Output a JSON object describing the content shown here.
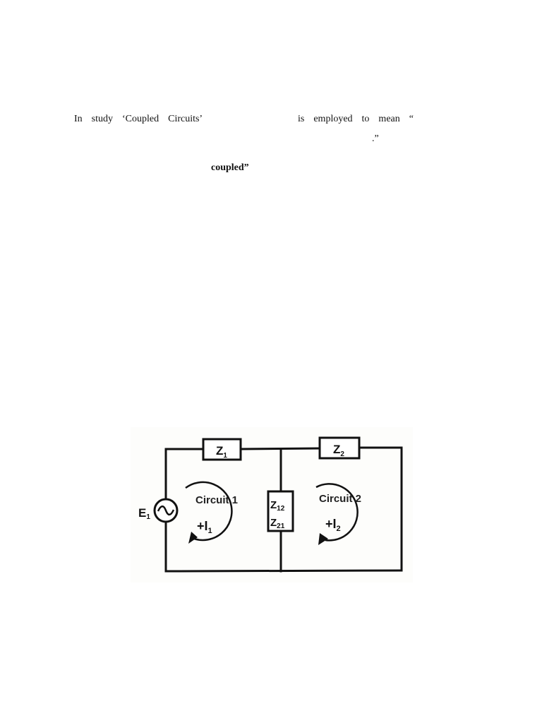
{
  "document": {
    "paragraph": {
      "line1_left": "In  study  ‘Coupled  Circuits’",
      "line1_right": "is  employed  to  mean  “",
      "line2_fragment": ".”",
      "line3_bold": "coupled”"
    }
  },
  "figure": {
    "type": "circuit-diagram",
    "components": {
      "z1_label": "Z",
      "z1_sub": "1",
      "z2_label": "Z",
      "z2_sub": "2",
      "z12_label": "Z",
      "z12_sub": "12",
      "z21_label": "Z",
      "z21_sub": "21",
      "source_label": "E",
      "source_sub": "1",
      "source_symbol": "~"
    },
    "loops": [
      {
        "name": "Circuit 1",
        "current_sign": "+",
        "current_label": "I",
        "current_sub": "1"
      },
      {
        "name": "Circuit 2",
        "current_sign": "+",
        "current_label": "I",
        "current_sub": "2"
      }
    ],
    "colors": {
      "ink": "#111111",
      "background": "#ffffff"
    }
  }
}
